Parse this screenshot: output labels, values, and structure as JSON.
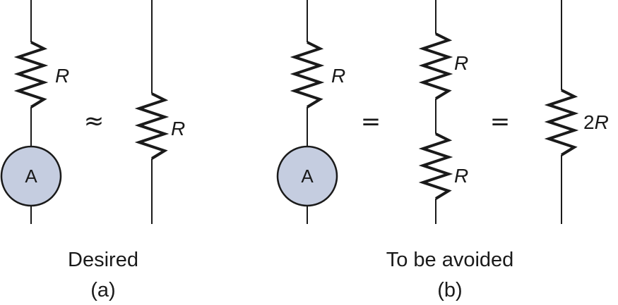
{
  "panel_a": {
    "left_branch": {
      "resistor_label": "R",
      "meter_label": "A"
    },
    "relation": "≈",
    "right_branch": {
      "resistor_label": "R"
    },
    "caption": "Desired",
    "letter": "(a)"
  },
  "panel_b": {
    "left_branch": {
      "resistor_label": "R",
      "meter_label": "A"
    },
    "relation_1": "=",
    "middle_branch": {
      "resistor_top_label": "R",
      "resistor_bottom_label": "R"
    },
    "relation_2": "=",
    "right_branch": {
      "resistor_value": "2",
      "resistor_symbol": "R"
    },
    "caption": "To be avoided",
    "letter": "(b)"
  },
  "colors": {
    "line": "#1a1a1a",
    "meter_fill": "#c5cde0",
    "background": "#ffffff"
  }
}
